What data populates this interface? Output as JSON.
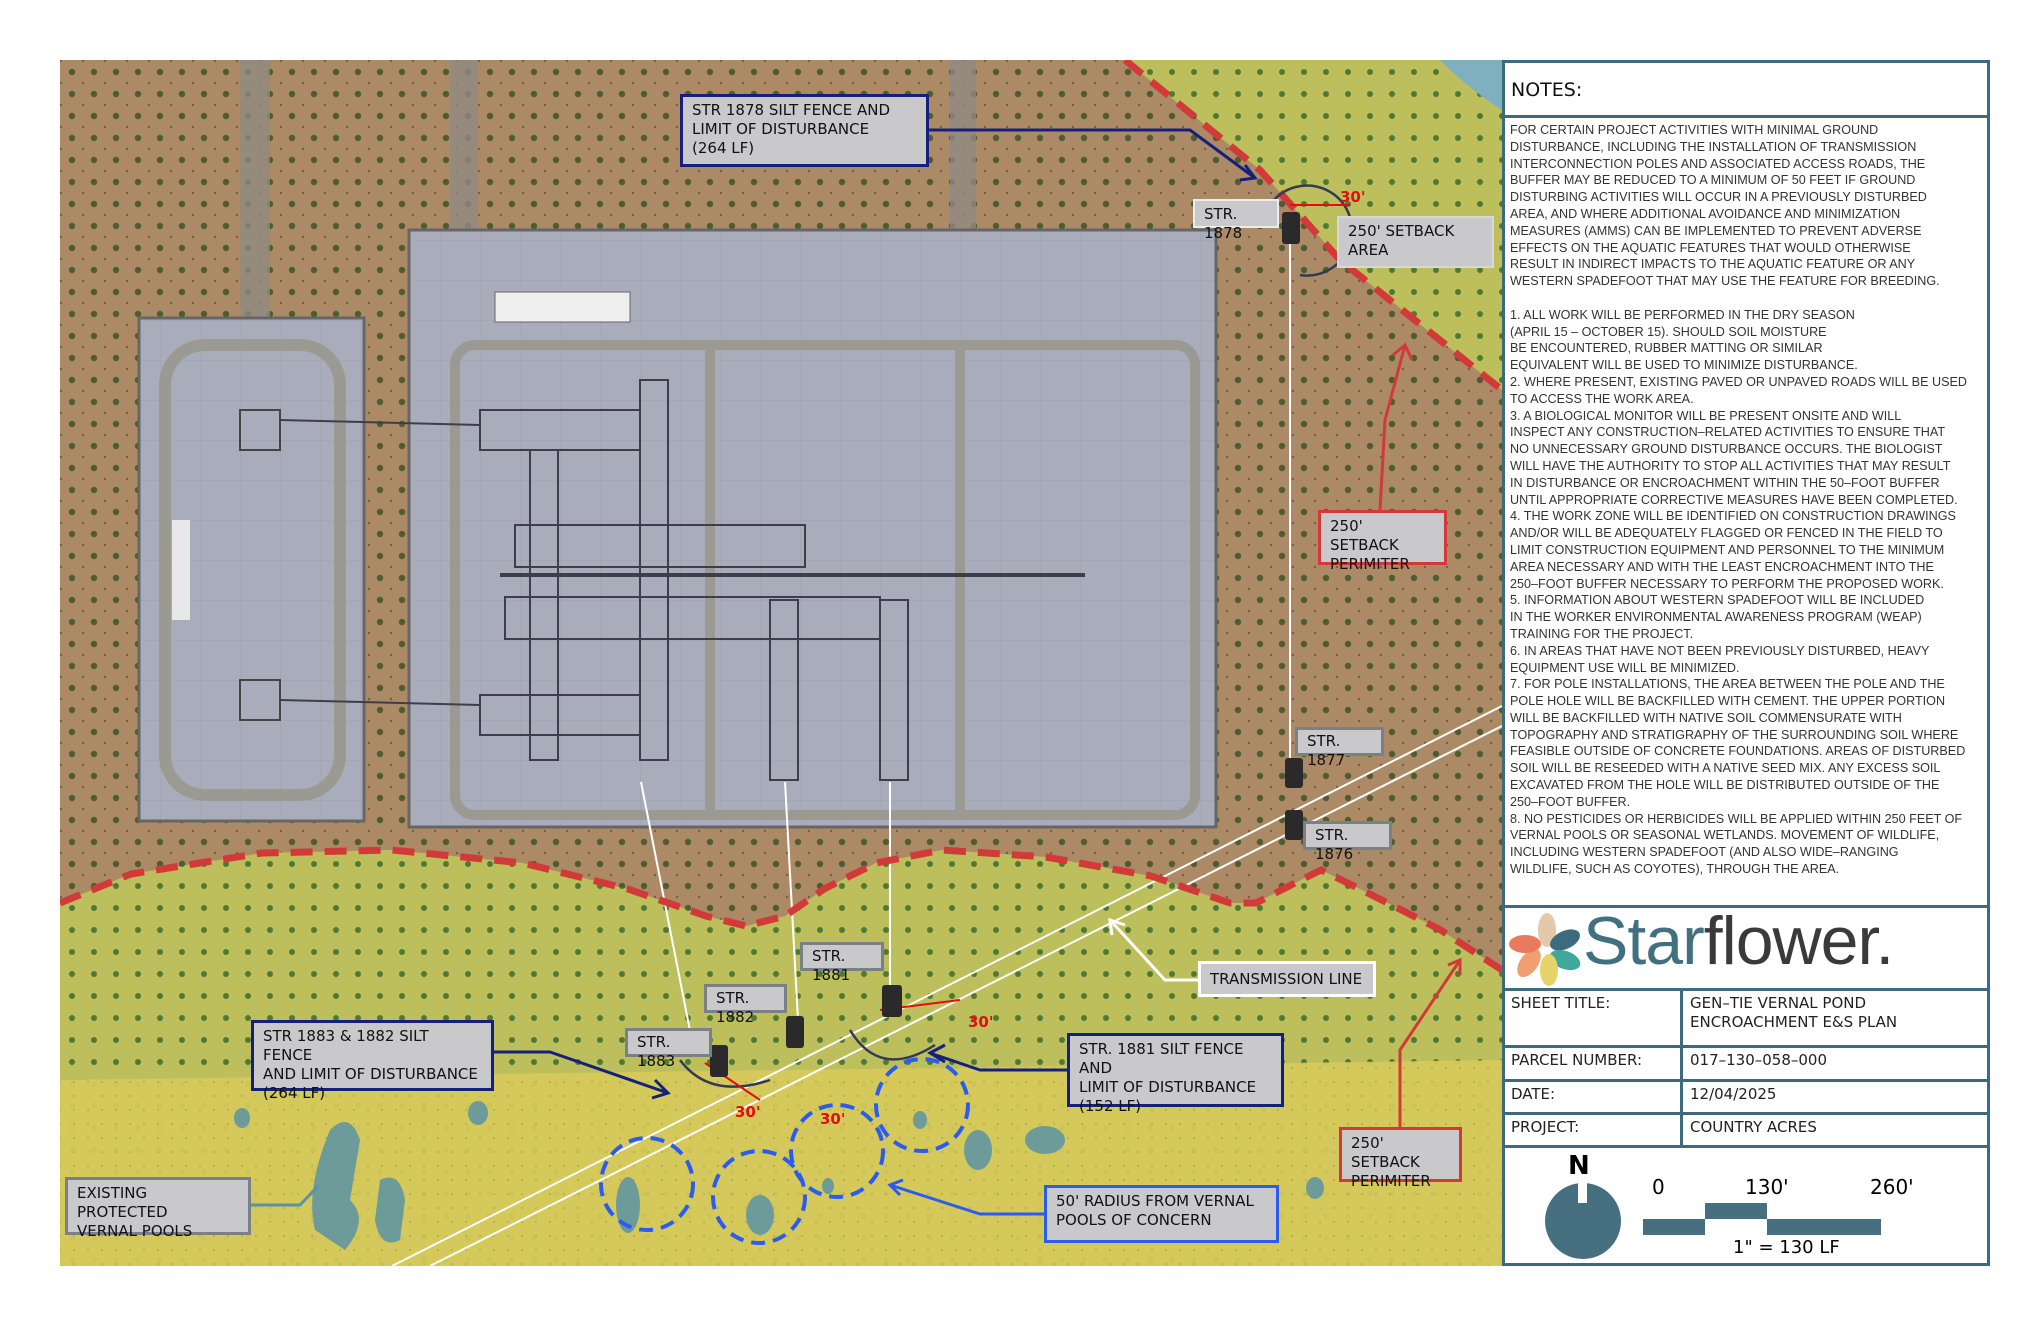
{
  "map": {
    "callouts": {
      "str1878_silt": "STR 1878 SILT FENCE AND\nLIMIT OF DISTURBANCE\n(264 LF)",
      "str1883_1882_silt": "STR 1883 & 1882 SILT FENCE\nAND LIMIT OF DISTURBANCE\n(264 LF)",
      "str1881_silt": "STR. 1881 SILT FENCE AND\nLIMIT OF DISTURBANCE\n(152 LF)",
      "setback_area": "250' SETBACK\nAREA",
      "setback_perimeter_top": "250' SETBACK\nPERIMITER",
      "setback_perimeter_bottom": "250' SETBACK\nPERIMITER",
      "transmission_line": "TRANSMISSION LINE",
      "vernal_pools": "EXISTING PROTECTED\nVERNAL POOLS",
      "radius": "50' RADIUS FROM VERNAL\nPOOLS OF CONCERN"
    },
    "structures": {
      "str1878": "STR. 1878",
      "str1877": "STR. 1877",
      "str1876": "STR. 1876",
      "str1881": "STR. 1881",
      "str1882": "STR. 1882",
      "str1883": "STR. 1883"
    },
    "dimensions": [
      "30'",
      "30'",
      "30'",
      "30'"
    ],
    "colors": {
      "setback": "#d23a3a",
      "silt_fence": "#15207a",
      "vernal_radius": "#2a5cf0",
      "vernal_pool": "#5b93a6"
    }
  },
  "notes": {
    "heading": "NOTES:",
    "lines": [
      "FOR CERTAIN PROJECT ACTIVITIES WITH MINIMAL GROUND",
      "DISTURBANCE, INCLUDING THE INSTALLATION OF TRANSMISSION",
      "INTERCONNECTION POLES AND ASSOCIATED ACCESS ROADS, THE",
      "BUFFER MAY BE REDUCED TO A MINIMUM OF 50 FEET IF GROUND",
      "DISTURBING ACTIVITIES WILL OCCUR IN A PREVIOUSLY DISTURBED",
      "AREA, AND WHERE ADDITIONAL AVOIDANCE AND MINIMIZATION",
      "MEASURES (AMMS) CAN BE IMPLEMENTED TO PREVENT ADVERSE",
      "EFFECTS ON THE AQUATIC FEATURES THAT WOULD OTHERWISE",
      "RESULT IN INDIRECT IMPACTS TO THE AQUATIC FEATURE OR ANY",
      "WESTERN SPADEFOOT THAT MAY USE THE FEATURE FOR BREEDING.",
      "",
      "1. ALL WORK WILL BE PERFORMED IN THE DRY SEASON",
      "(APRIL 15 – OCTOBER 15). SHOULD SOIL MOISTURE",
      "BE ENCOUNTERED, RUBBER MATTING OR SIMILAR",
      "EQUIVALENT WILL BE USED TO MINIMIZE DISTURBANCE.",
      "2. WHERE PRESENT, EXISTING PAVED OR UNPAVED ROADS WILL BE USED",
      "TO ACCESS THE WORK AREA.",
      "3. A BIOLOGICAL MONITOR WILL BE PRESENT ONSITE AND WILL",
      "INSPECT ANY CONSTRUCTION–RELATED ACTIVITIES TO ENSURE THAT",
      "NO UNNECESSARY GROUND DISTURBANCE OCCURS. THE BIOLOGIST",
      "WILL HAVE THE AUTHORITY TO STOP ALL ACTIVITIES THAT MAY RESULT",
      "IN DISTURBANCE OR ENCROACHMENT WITHIN THE 50–FOOT BUFFER",
      "UNTIL APPROPRIATE CORRECTIVE MEASURES HAVE BEEN COMPLETED.",
      "4. THE WORK ZONE WILL BE IDENTIFIED ON CONSTRUCTION DRAWINGS",
      "AND/OR WILL BE ADEQUATELY FLAGGED OR FENCED IN THE FIELD TO",
      "LIMIT CONSTRUCTION EQUIPMENT AND PERSONNEL TO THE MINIMUM",
      "AREA NECESSARY AND WITH THE LEAST ENCROACHMENT INTO THE",
      "250–FOOT BUFFER NECESSARY TO PERFORM THE PROPOSED WORK.",
      "5. INFORMATION ABOUT WESTERN SPADEFOOT WILL BE INCLUDED",
      "IN THE WORKER ENVIRONMENTAL AWARENESS PROGRAM (WEAP)",
      "TRAINING FOR THE PROJECT.",
      "6. IN AREAS THAT HAVE NOT BEEN PREVIOUSLY DISTURBED, HEAVY",
      "EQUIPMENT USE WILL BE MINIMIZED.",
      "7. FOR POLE INSTALLATIONS, THE AREA BETWEEN THE POLE AND THE",
      "POLE HOLE WILL BE BACKFILLED WITH CEMENT. THE UPPER PORTION",
      "WILL BE BACKFILLED WITH NATIVE SOIL COMMENSURATE WITH",
      "TOPOGRAPHY AND STRATIGRAPHY OF THE SURROUNDING SOIL WHERE",
      "FEASIBLE OUTSIDE OF CONCRETE FOUNDATIONS. AREAS OF DISTURBED",
      "SOIL WILL BE RESEEDED WITH A NATIVE SEED MIX. ANY EXCESS SOIL",
      "EXCAVATED FROM THE HOLE WILL BE DISTRIBUTED OUTSIDE OF THE",
      "250–FOOT BUFFER.",
      "8. NO PESTICIDES OR HERBICIDES WILL BE APPLIED WITHIN 250 FEET OF",
      "VERNAL POOLS OR SEASONAL WETLANDS. MOVEMENT OF WILDLIFE,",
      "INCLUDING WESTERN SPADEFOOT (AND ALSO WIDE–RANGING",
      "WILDLIFE, SUCH AS COYOTES), THROUGH THE AREA."
    ]
  },
  "logo": {
    "part1": "Star",
    "part2": "flower.",
    "color1": "#41707f",
    "color2": "#3a3a3a"
  },
  "title_block": {
    "sheet_title_label": "SHEET TITLE:",
    "sheet_title_value": "GEN–TIE VERNAL POND\nENCROACHMENT E&S PLAN",
    "parcel_label": "PARCEL NUMBER:",
    "parcel_value": "017–130–058–000",
    "date_label": "DATE:",
    "date_value": "12/04/2025",
    "project_label": "PROJECT:",
    "project_value": "COUNTRY ACRES"
  },
  "north_arrow": {
    "label": "N"
  },
  "scale_bar": {
    "tick_0": "0",
    "tick_1": "130'",
    "tick_2": "260'",
    "ratio": "1\" = 130 LF"
  },
  "border_color": "#3d6b7d"
}
